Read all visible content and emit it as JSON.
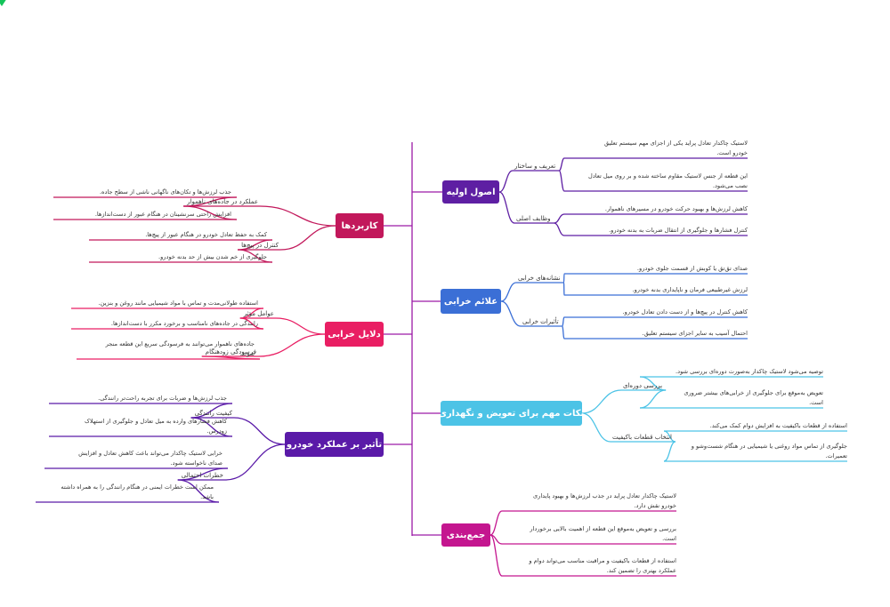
{
  "colors": {
    "trunk": "#9c1aa6",
    "usage": "#c2185b",
    "basics": "#5e1fa3",
    "causes": "#e91e63",
    "symptoms": "#3b6fd6",
    "effect": "#5a1aa8",
    "tips": "#4cc3e6",
    "summary": "#c4168f"
  },
  "branches": {
    "usage": {
      "title": "کاربردها",
      "groups": [
        {
          "label": "عملکرد در جاده‌های ناهموار",
          "items": [
            [
              "جذب لرزش‌ها و تکان‌های ناگهانی ناشی از سطح جاده."
            ],
            [
              "افزایش راحتی سرنشینان در هنگام عبور از دست‌اندازها."
            ]
          ]
        },
        {
          "label": "کنترل در پیچ‌ها",
          "items": [
            [
              "کمک به حفظ تعادل خودرو در هنگام عبور از پیچ‌ها."
            ],
            [
              "جلوگیری از خم شدن بیش از حد بدنه خودرو."
            ]
          ]
        }
      ]
    },
    "basics": {
      "title": "اصول اولیه",
      "groups": [
        {
          "label": "تعریف و ساختار",
          "items": [
            [
              "لاستیک چاکدار تعادل پراید یکی از اجزای مهم سیستم تعلیق",
              "خودرو است."
            ],
            [
              "این قطعه از جنس لاستیک مقاوم ساخته شده و بر روی میل تعادل",
              "نصب می‌شود."
            ]
          ]
        },
        {
          "label": "وظایف اصلی",
          "items": [
            [
              "کاهش لرزش‌ها و بهبود حرکت خودرو در مسیرهای ناهموار."
            ],
            [
              "کنترل فشارها و جلوگیری از انتقال ضربات به بدنه خودرو."
            ]
          ]
        }
      ]
    },
    "causes": {
      "title": "دلایل خرابی",
      "groups": [
        {
          "label": "عوامل مؤثر",
          "items": [
            [
              "استفاده طولانی‌مدت و تماس با مواد شیمیایی مانند روغن و بنزین."
            ],
            [
              "رانندگی در جاده‌های نامناسب و برخورد مکرر با دست‌اندازها."
            ]
          ]
        },
        {
          "label": "فرسودگی زودهنگام",
          "items": [
            [
              "جاده‌های ناهموار می‌توانند به فرسودگی سریع این قطعه منجر",
              "شوند."
            ]
          ]
        }
      ]
    },
    "symptoms": {
      "title": "علائم خرابی",
      "groups": [
        {
          "label": "نشانه‌های خرابی",
          "items": [
            [
              "صدای تق‌تق یا کوبش از قسمت جلوی خودرو."
            ],
            [
              "لرزش غیرطبیعی فرمان و ناپایداری بدنه خودرو."
            ]
          ]
        },
        {
          "label": "تأثیرات خرابی",
          "items": [
            [
              "کاهش کنترل در پیچ‌ها و از دست دادن تعادل خودرو."
            ],
            [
              "احتمال آسیب به سایر اجزای سیستم تعلیق."
            ]
          ]
        }
      ]
    },
    "effect": {
      "title": "تأثیر بر عملکرد خودرو",
      "groups": [
        {
          "label": "کیفیت رانندگی",
          "items": [
            [
              "جذب لرزش‌ها و ضربات برای تجربه راحت‌تر رانندگی."
            ],
            [
              "کاهش فشارهای وارده به میل تعادل و جلوگیری از استهلاک",
              "زودرس."
            ]
          ]
        },
        {
          "label": "خطرات احتمالی",
          "items": [
            [
              "خرابی لاستیک چاکدار می‌تواند باعث کاهش تعادل و افزایش",
              "صدای ناخواسته شود."
            ],
            [
              "ممکن است خطرات ایمنی در هنگام رانندگی را به همراه داشته",
              "باشد."
            ]
          ]
        }
      ]
    },
    "tips": {
      "title": "نکات مهم برای تعویض و نگهداری",
      "groups": [
        {
          "label": "بررسی دوره‌ای",
          "items": [
            [
              "توصیه می‌شود لاستیک چاکدار به‌صورت دوره‌ای بررسی شود."
            ],
            [
              "تعویض به‌موقع برای جلوگیری از خرابی‌های بیشتر ضروری",
              "است."
            ]
          ]
        },
        {
          "label": "انتخاب قطعات باکیفیت",
          "items": [
            [
              "استفاده از قطعات باکیفیت به افزایش دوام کمک می‌کند."
            ],
            [
              "جلوگیری از تماس مواد روغنی یا شیمیایی در هنگام شست‌وشو و",
              "تعمیرات."
            ]
          ]
        }
      ]
    },
    "summary": {
      "title": "جمع‌بندی",
      "items": [
        [
          "لاستیک چاکدار تعادل پراید در جذب لرزش‌ها و بهبود پایداری",
          "خودرو نقش دارد."
        ],
        [
          "بررسی و تعویض به‌موقع این قطعه از اهمیت بالایی برخوردار",
          "است."
        ],
        [
          "استفاده از قطعات باکیفیت و مراقبت مناسب می‌تواند دوام و",
          "عملکرد بهتری را تضمین کند."
        ]
      ]
    }
  }
}
